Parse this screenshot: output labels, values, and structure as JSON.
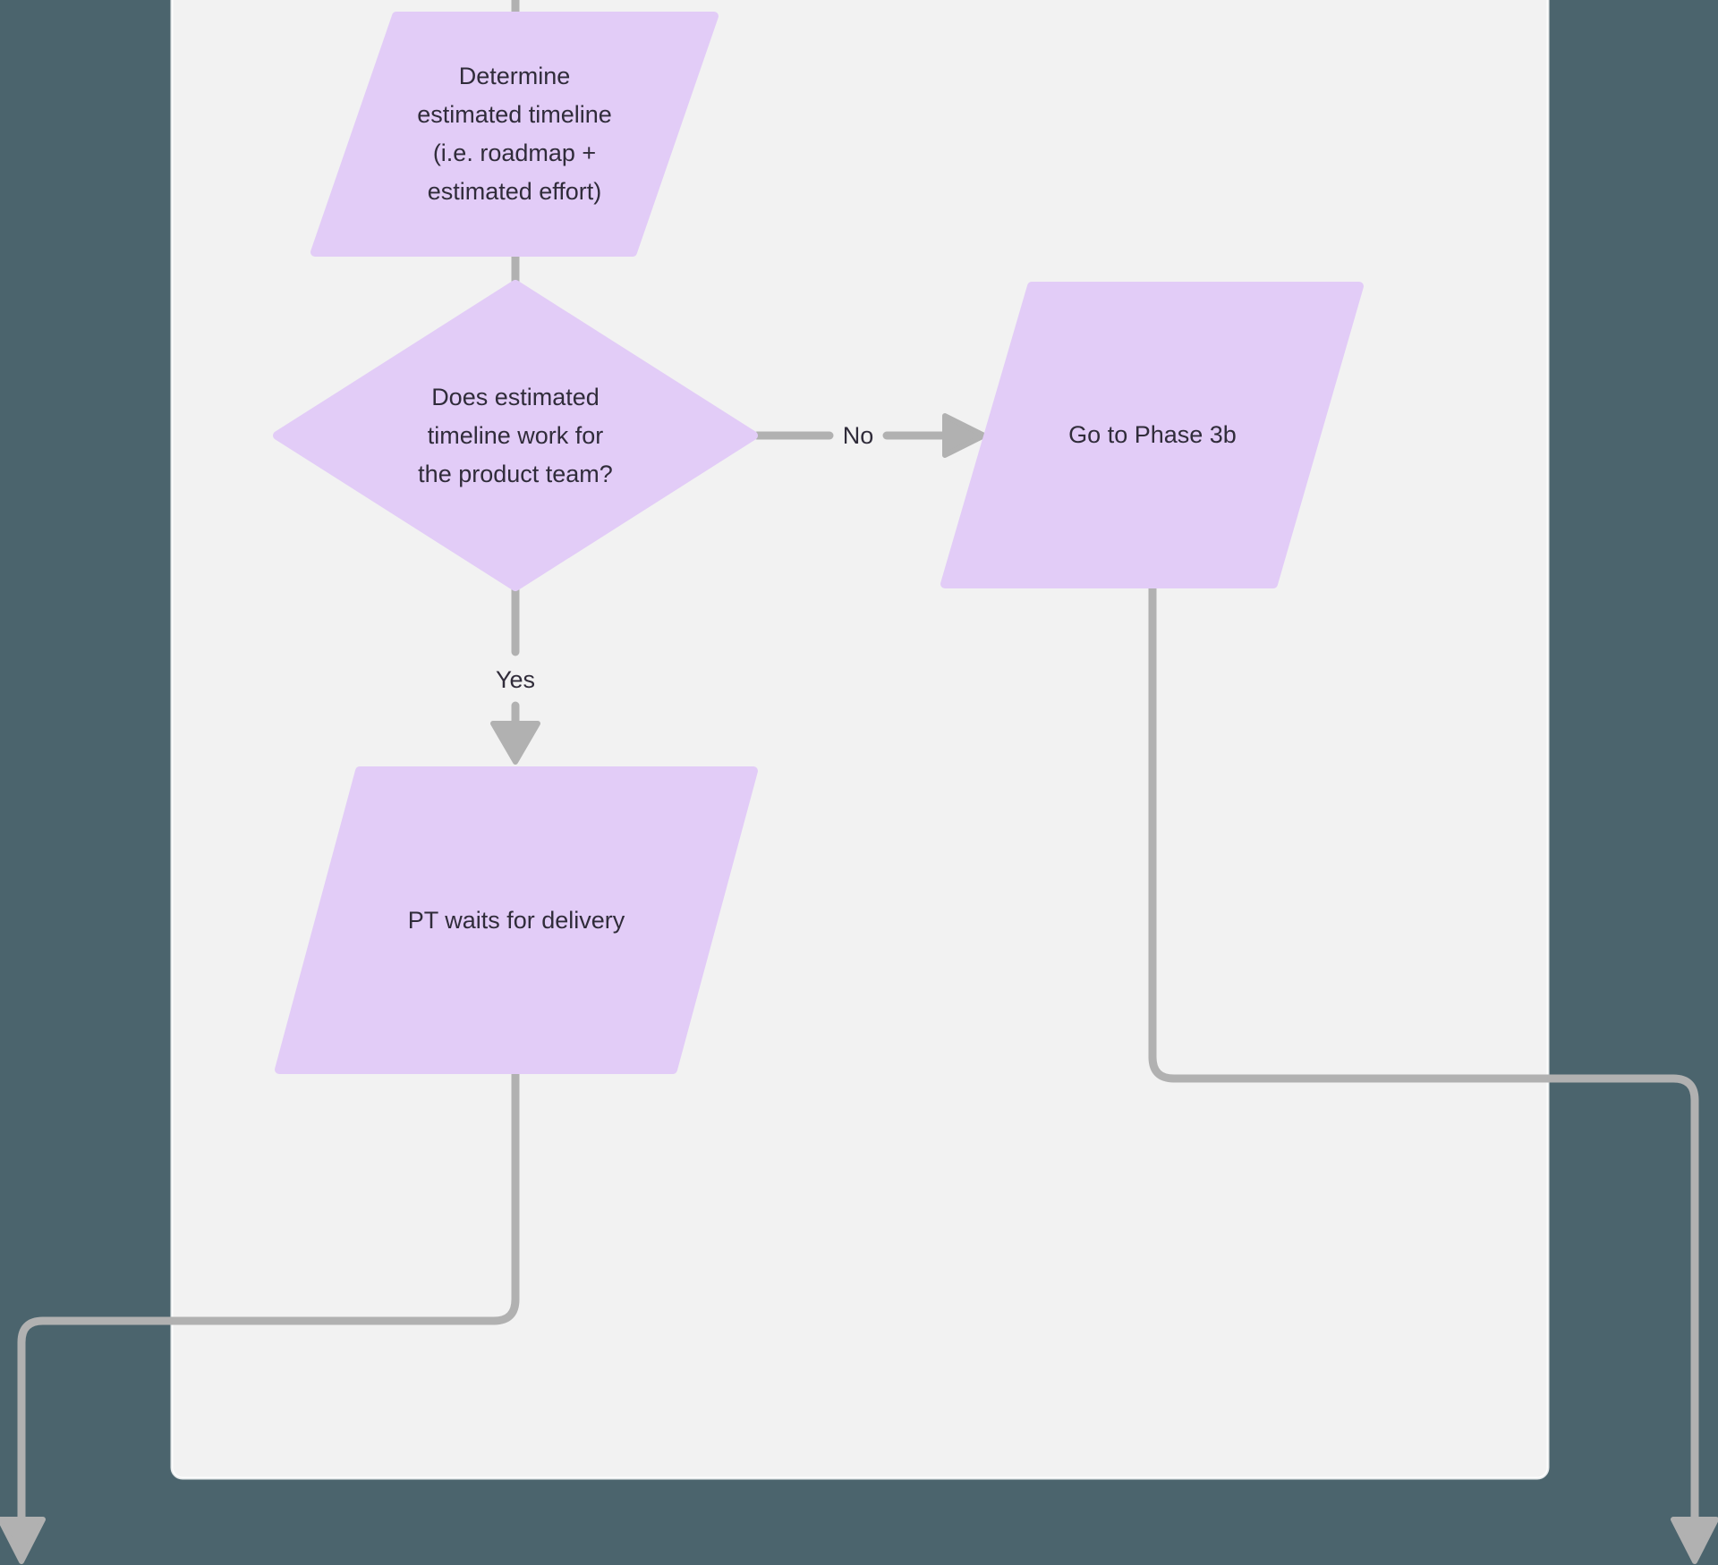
{
  "colors": {
    "page_background": "#4b646d",
    "canvas_background": "#f2f2f2",
    "shape_fill": "#e2ccf7",
    "connector": "#b1b1b1",
    "label_text": "#302c3a"
  },
  "nodes": {
    "determine": {
      "label": "Determine\nestimated timeline\n(i.e. roadmap +\nestimated effort)"
    },
    "decision": {
      "label": "Does estimated\ntimeline work for\nthe product team?"
    },
    "phase3b": {
      "label": "Go to Phase 3b"
    },
    "ptwaits": {
      "label": "PT waits for delivery"
    }
  },
  "edge_labels": {
    "no": "No",
    "yes": "Yes"
  }
}
